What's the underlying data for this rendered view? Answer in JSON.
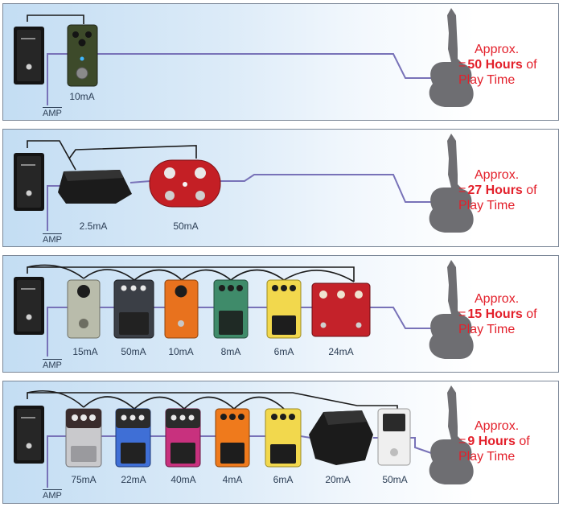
{
  "panels": [
    {
      "pedals": [
        {
          "current": "10mA"
        }
      ],
      "amp_label": "AMP",
      "result": {
        "line1": "Approx.",
        "equals": "=",
        "hours": "50 Hours",
        "of": "of",
        "line3": "Play Time"
      }
    },
    {
      "pedals": [
        {
          "current": "2.5mA"
        },
        {
          "current": "50mA"
        }
      ],
      "amp_label": "AMP",
      "result": {
        "line1": "Approx.",
        "equals": "=",
        "hours": "27 Hours",
        "of": "of",
        "line3": "Play Time"
      }
    },
    {
      "pedals": [
        {
          "current": "15mA"
        },
        {
          "current": "50mA"
        },
        {
          "current": "10mA"
        },
        {
          "current": "8mA"
        },
        {
          "current": "6mA"
        },
        {
          "current": "24mA"
        }
      ],
      "amp_label": "AMP",
      "result": {
        "line1": "Approx.",
        "equals": "=",
        "hours": "15 Hours",
        "of": "of",
        "line3": "Play Time"
      }
    },
    {
      "pedals": [
        {
          "current": "75mA"
        },
        {
          "current": "22mA"
        },
        {
          "current": "40mA"
        },
        {
          "current": "4mA"
        },
        {
          "current": "6mA"
        },
        {
          "current": "20mA"
        },
        {
          "current": "50mA"
        }
      ],
      "amp_label": "AMP",
      "result": {
        "line1": "Approx.",
        "equals": "=",
        "hours": "9 Hours",
        "of": "of",
        "line3": "Play Time"
      }
    }
  ],
  "colors": {
    "result_red": "#e3202b",
    "wire": "#7872b8",
    "power_cable": "#1a1a1a",
    "guitar": "#6e6e72",
    "panel_border": "#7b8797"
  }
}
